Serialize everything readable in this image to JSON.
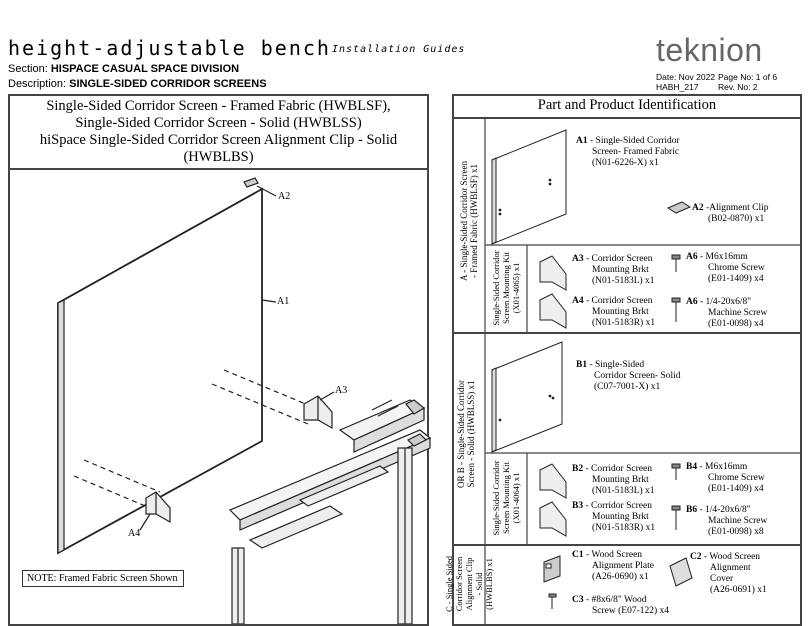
{
  "header": {
    "title": "height-adjustable bench",
    "subtitle": "Installation Guides",
    "section_label": "Section:",
    "section_value": "HISPACE CASUAL SPACE DIVISION",
    "description_label": "Description:",
    "description_value": "SINGLE-SIDED CORRIDOR SCREENS",
    "logo": "teknion",
    "date": "Date: Nov 2022",
    "page": "Page No: 1 of 6",
    "doc_id": "HABH_217",
    "rev": "Rev. No: 2"
  },
  "left_panel": {
    "title_lines": [
      "Single-Sided Corridor Screen - Framed Fabric (HWBLSF),",
      "Single-Sided Corridor Screen - Solid (HWBLSS)",
      "hiSpace Single-Sided Corridor Screen Alignment Clip - Solid",
      "(HWBLBS)"
    ],
    "callouts": {
      "a2": "A2",
      "a1": "A1",
      "a3": "A3",
      "a4": "A4"
    },
    "note": "NOTE: Framed Fabric Screen Shown"
  },
  "right_panel": {
    "title": "Part and Product Identification",
    "section_a": {
      "side_label_line1": "A - Single-Sided Corridor Screen",
      "side_label_line2": "- Framed Fabric (HWBLSF) x1",
      "kit_label_line1": "Single-Sided Corridor",
      "kit_label_line2": "Screen Mounting Kit",
      "kit_label_line3": "(X01-4065) x1",
      "a1_code": "A1",
      "a1_lines": [
        "- Single-Sided Corridor",
        "Screen- Framed Fabric",
        "(N01-6226-X) x1"
      ],
      "a2_code": "A2",
      "a2_lines": [
        "-Alignment Clip",
        "(B02-0870) x1"
      ],
      "a3_code": "A3",
      "a3_lines": [
        "- Corridor Screen",
        "Mounting Brkt",
        "(N01-5183L) x1"
      ],
      "a4_code": "A4",
      "a4_lines": [
        "- Corridor Screen",
        "Mounting Brkt",
        "(N01-5183R) x1"
      ],
      "a5_code": "A6",
      "a5_lines": [
        "- M6x16mm",
        "Chrome Screw",
        "(E01-1409) x4"
      ],
      "a6_code": "A6",
      "a6_lines": [
        "- 1/4-20x6/8\"",
        "Machine Screw",
        "(E01-0098) x4"
      ]
    },
    "section_b": {
      "or_label": "OR",
      "side_label_line1": "B - Single-Sided Corridor",
      "side_label_line2": "Screen - Solid (HWBLSS) x1",
      "kit_label_line1": "Single-Sided Corridor",
      "kit_label_line2": "Screen Mounting Kit",
      "kit_label_line3": "(X01-4064) x1",
      "b1_code": "B1",
      "b1_lines": [
        "- Single-Sided",
        "Corridor Screen- Solid",
        "(C07-7001-X) x1"
      ],
      "b2_code": "B2",
      "b2_lines": [
        "- Corridor Screen",
        "Mounting Brkt",
        "(N01-5183L) x1"
      ],
      "b3_code": "B3",
      "b3_lines": [
        "- Corridor Screen",
        "Mounting Brkt",
        "(N01-5183R) x1"
      ],
      "b4_code": "B4",
      "b4_lines": [
        "- M6x16mm",
        "Chrome Screw",
        "(E01-1409) x4"
      ],
      "b6_code": "B6",
      "b6_lines": [
        "- 1/4-20x6/8\"",
        "Machine Screw",
        "(E01-0098) x8"
      ]
    },
    "section_c": {
      "side_label_line1": "C - Single Sided",
      "side_label_line2": "Corridor Screen",
      "side_label_line3": "Alignment Clip",
      "side_label_line4": "- Solid",
      "side_label_line5": "(HWBLBS) x1",
      "c1_code": "C1",
      "c1_lines": [
        "- Wood Screen",
        "Alignment Plate",
        "(A26-0690) x1"
      ],
      "c2_code": "C2",
      "c2_lines": [
        "- Wood Screen",
        "Alignment",
        "Cover",
        "(A26-0691) x1"
      ],
      "c3_code": "C3",
      "c3_lines": [
        "- #8x6/8\" Wood",
        "Screw (E07-122) x4"
      ]
    }
  }
}
